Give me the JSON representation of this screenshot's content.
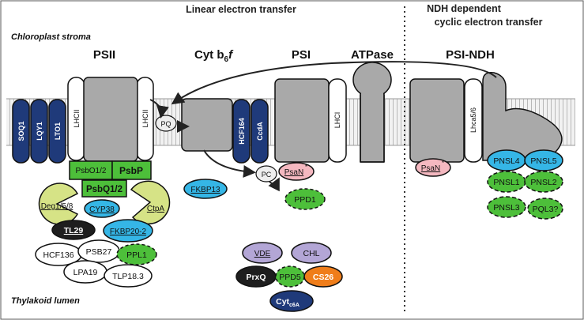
{
  "headers": {
    "linear": "Linear electron transfer",
    "ndh_line1": "NDH dependent",
    "ndh_line2": "cyclic electron transfer"
  },
  "locations": {
    "stroma": "Chloroplast stroma",
    "lumen": "Thylakoid lumen"
  },
  "complexes": {
    "psii": "PSII",
    "cytb6f_main": "Cyt b",
    "cytb6f_sub": "6",
    "cytb6f_end": "f",
    "psi": "PSI",
    "atpase": "ATPase",
    "psi_ndh": "PSI-NDH"
  },
  "membrane_proteins": {
    "soq1": "SOQ1",
    "lqy1": "LQY1",
    "lto1": "LTO1",
    "lhcii_left": "LHCII",
    "lhcii_right": "LHCII",
    "hcf164": "HCF164",
    "ccda": "CcdA",
    "lhci": "LHCI",
    "lhca56": "Lhca5/6"
  },
  "carriers": {
    "pq": "PQ",
    "pc": "PC"
  },
  "lumen_proteins": {
    "psbo": "PsbO1/2",
    "psbp": "PsbP",
    "psbq": "PsbQ1/2",
    "deg": "Deg1/5/8",
    "ctpa": "CtpA",
    "cyp38": "CYP38",
    "tl29": "TL29",
    "fkbp20": "FKBP20-2",
    "hcf136": "HCF136",
    "psb27": "PSB27",
    "ppl1": "PPL1",
    "lpa19": "LPA19",
    "tlp18": "TLP18.3",
    "fkbp13": "FKBP13",
    "psan_psi": "PsaN",
    "psan_ndh": "PsaN",
    "ppd1": "PPD1",
    "vde": "VDE",
    "chl": "CHL",
    "prxq": "PrxQ",
    "ppd5": "PPD5",
    "cs26": "CS26",
    "cytc6a_main": "Cyt",
    "cytc6a_sub": "c6A",
    "pnsl4": "PNSL4",
    "pnsl5": "PNSL5",
    "pnsl1": "PNSL1",
    "pnsl2": "PNSL2",
    "pnsl3": "PNSL3",
    "pql3": "PQL3?"
  },
  "colors": {
    "navy": "#1f3a7a",
    "blue": "#35b6e6",
    "green": "#4dbf3a",
    "lime": "#d6e386",
    "pink": "#f4b8c0",
    "lavender": "#b3a6d6",
    "orange": "#ef7d1a",
    "black": "#1e1e1e",
    "gray": "#a9a9a9",
    "membrane": "#dcdcdc"
  }
}
